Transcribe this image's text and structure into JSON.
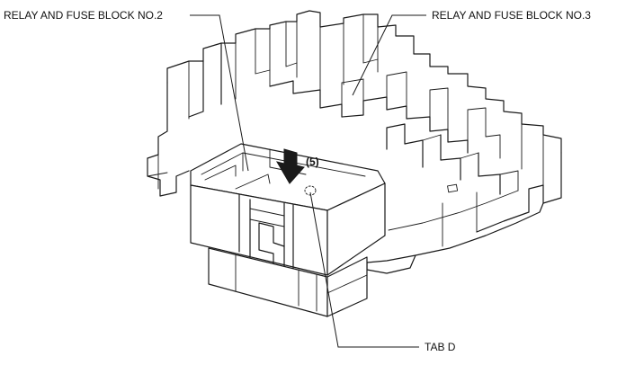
{
  "labels": {
    "block2": "RELAY AND FUSE BLOCK NO.2",
    "block3": "RELAY AND FUSE BLOCK NO.3",
    "step": "(5)",
    "tab": "TAB D"
  },
  "colors": {
    "line": "#1a1a1a",
    "background": "#ffffff",
    "arrow": "#1a1a1a"
  },
  "icons": {
    "insert_direction": "arrow-down-icon"
  }
}
